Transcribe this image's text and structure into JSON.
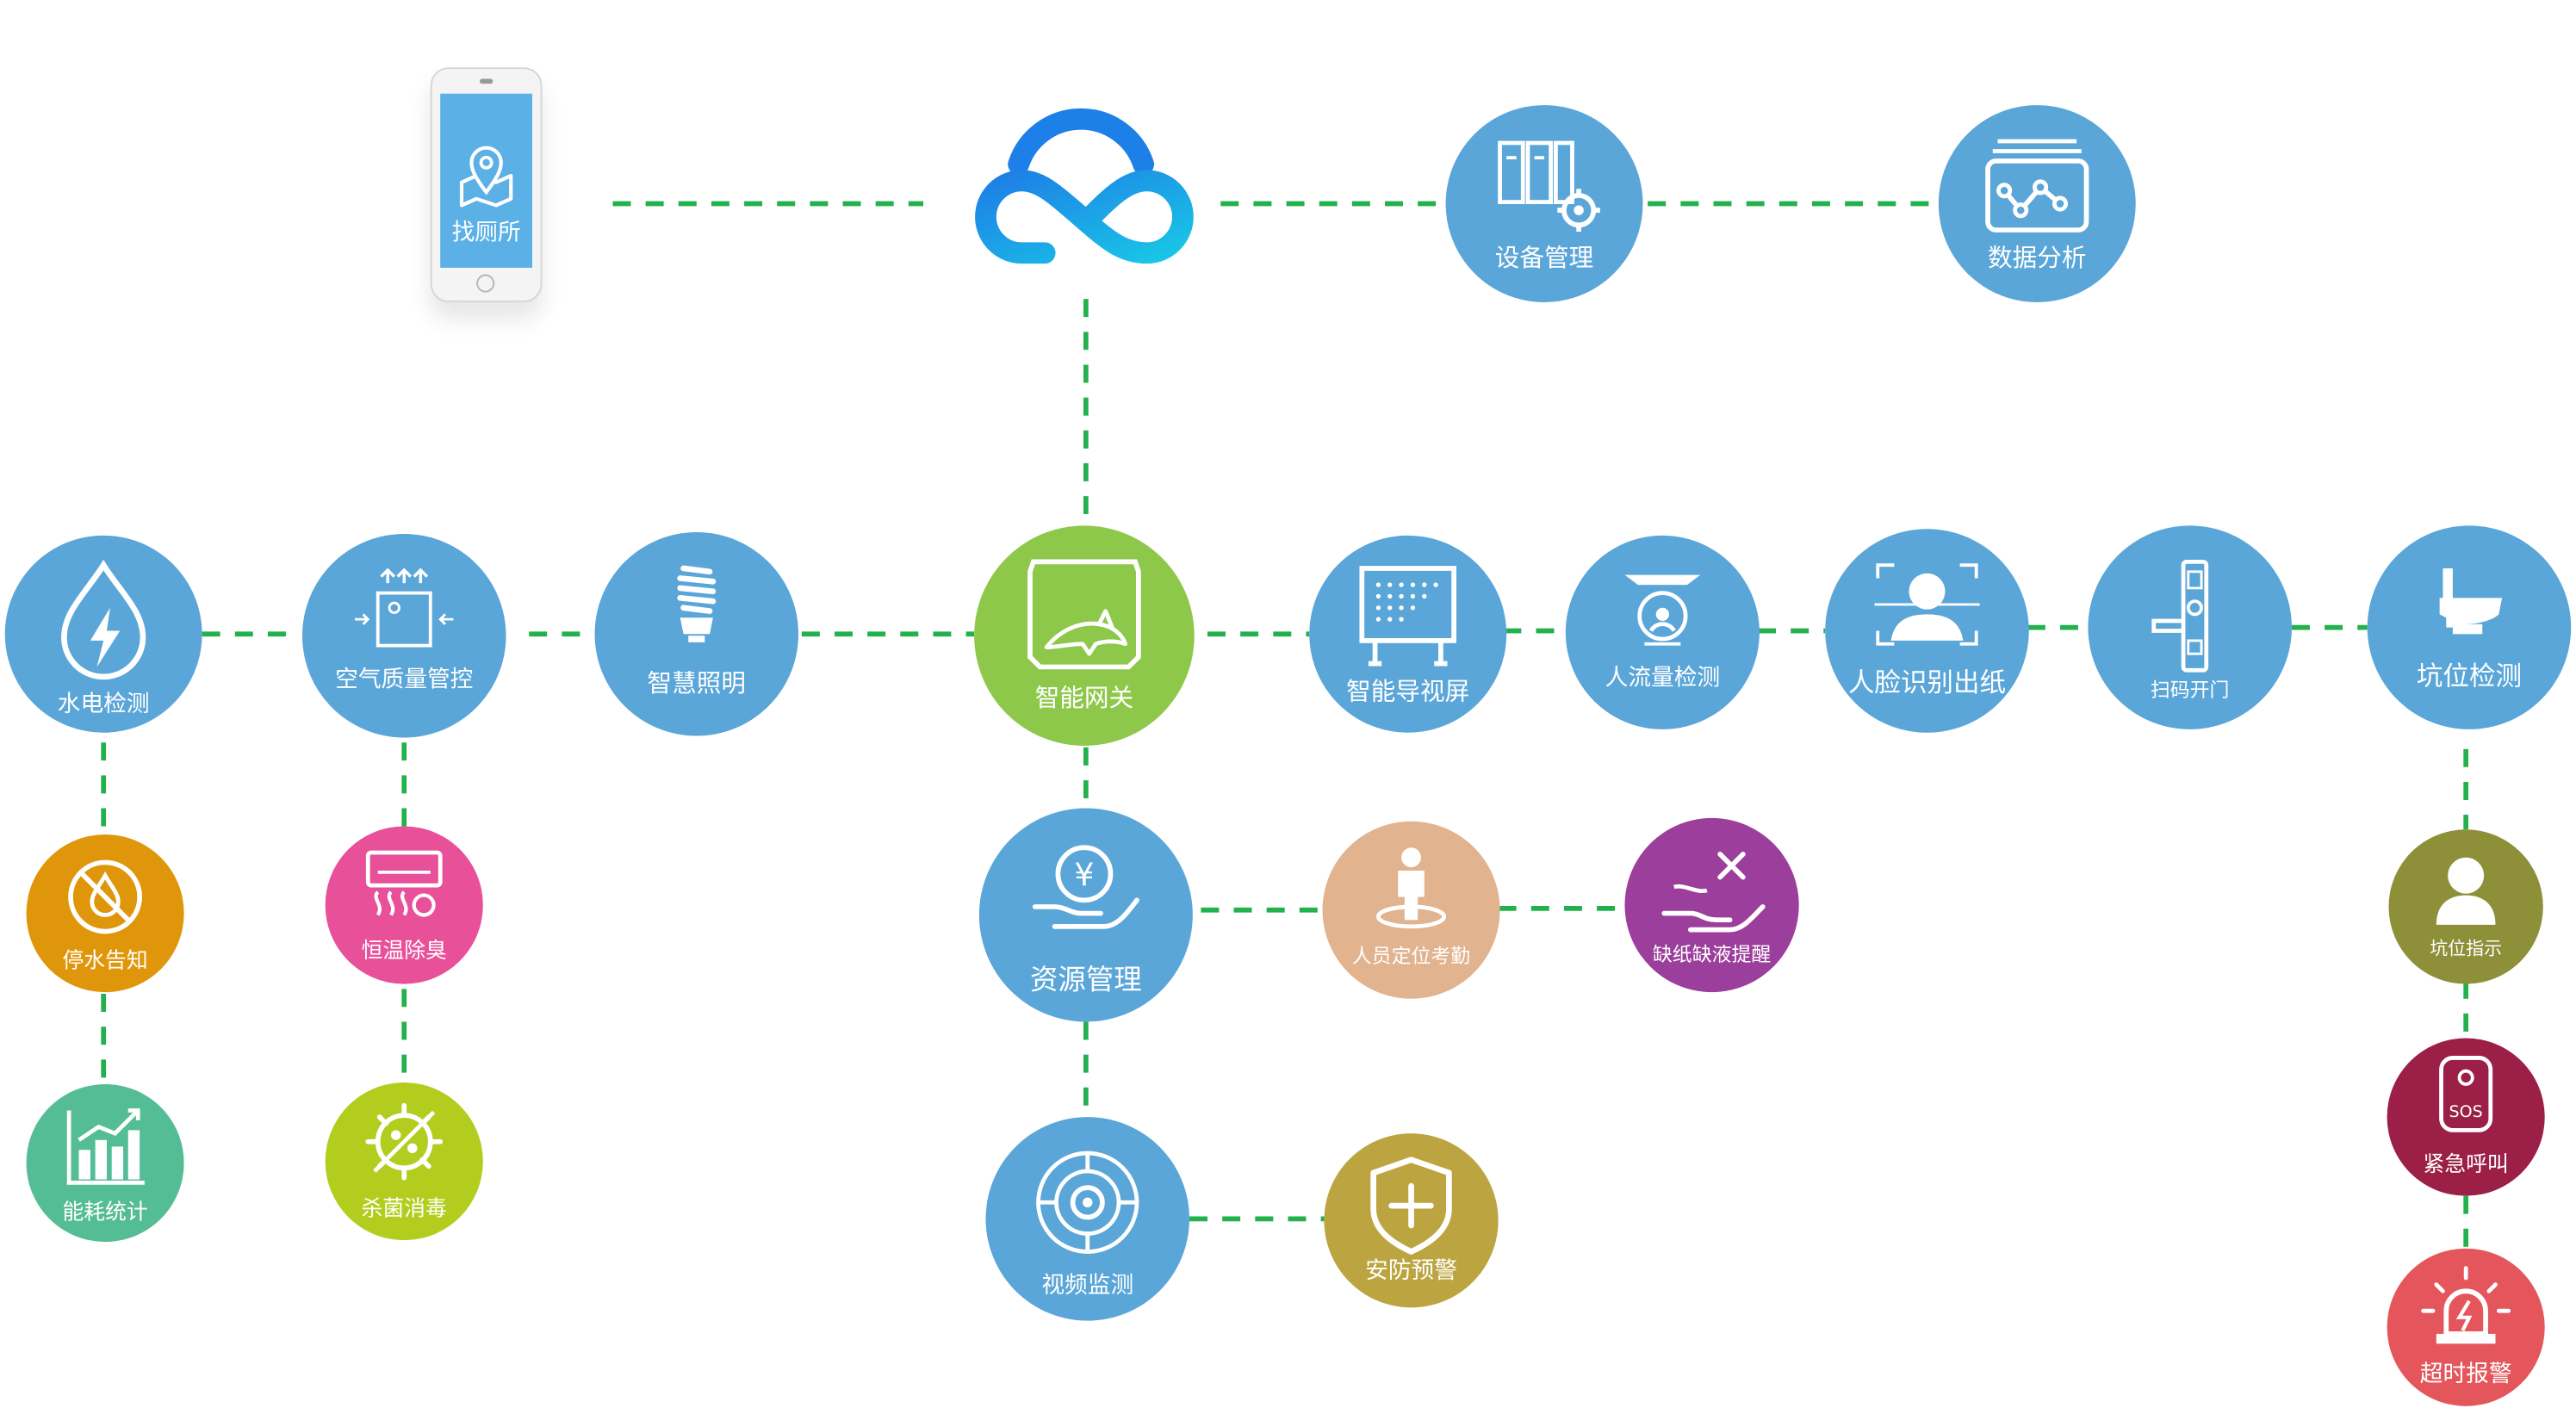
{
  "colors": {
    "link": "#23b14d",
    "blue": "#5ba6d8",
    "green": "#8ec84b",
    "orange": "#e0960a",
    "pink": "#e8509a",
    "teal": "#55bd96",
    "lime": "#b3cd1f",
    "tan": "#e1b38e",
    "purple": "#9c3e9b",
    "gold": "#bca541",
    "olive": "#8d9039",
    "maroon": "#9b1f46",
    "red": "#e4565c"
  },
  "phone": {
    "label": "找厕所",
    "icon": "map-pin-icon"
  },
  "cloud": {
    "icon": "cloud-logo"
  },
  "nodes": {
    "device_mgmt": {
      "label": "设备管理",
      "icon": "device-gear-icon"
    },
    "data_analysis": {
      "label": "数据分析",
      "icon": "analytics-chart-icon"
    },
    "water_elec": {
      "label": "水电检测",
      "icon": "water-drop-bolt-icon"
    },
    "air_quality": {
      "label": "空气质量管控",
      "icon": "air-purifier-icon"
    },
    "smart_lighting": {
      "label": "智慧照明",
      "icon": "lightbulb-icon"
    },
    "gateway": {
      "label": "智能网关",
      "icon": "dolphin-gateway-icon"
    },
    "guide_screen": {
      "label": "智能导视屏",
      "icon": "display-board-icon"
    },
    "people_flow": {
      "label": "人流量检测",
      "icon": "sensor-icon"
    },
    "face_paper": {
      "label": "人脸识别出纸",
      "icon": "face-scan-icon"
    },
    "scan_door": {
      "label": "扫码开门",
      "icon": "door-lock-icon"
    },
    "stall_detect": {
      "label": "坑位检测",
      "icon": "toilet-icon"
    },
    "water_notice": {
      "label": "停水告知",
      "icon": "no-water-icon"
    },
    "energy_stats": {
      "label": "能耗统计",
      "icon": "bar-chart-icon"
    },
    "const_temp": {
      "label": "恒温除臭",
      "icon": "heater-icon"
    },
    "sterilize": {
      "label": "杀菌消毒",
      "icon": "germ-icon"
    },
    "resource_mgmt": {
      "label": "资源管理",
      "icon": "money-hand-icon"
    },
    "staff_locate": {
      "label": "人员定位考勤",
      "icon": "person-location-icon"
    },
    "paper_alert": {
      "label": "缺纸缺液提醒",
      "icon": "hand-x-icon"
    },
    "video_monitor": {
      "label": "视频监测",
      "icon": "radar-camera-icon"
    },
    "security_alert": {
      "label": "安防预警",
      "icon": "shield-plus-icon"
    },
    "stall_indicator": {
      "label": "坑位指示",
      "icon": "person-icon"
    },
    "emergency_call": {
      "label": "紧急呼叫",
      "icon": "sos-button-icon"
    },
    "timeout_alarm": {
      "label": "超时报警",
      "icon": "alarm-light-icon"
    }
  }
}
